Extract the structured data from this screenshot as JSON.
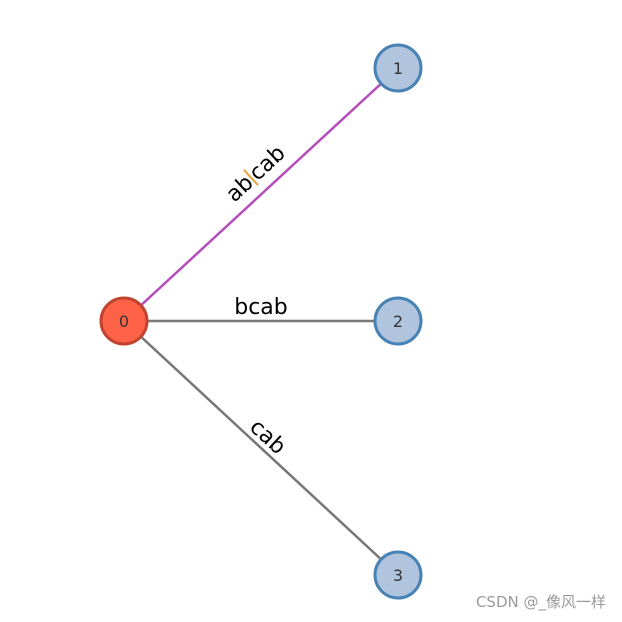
{
  "nodes": [
    {
      "id": "0",
      "label": "0",
      "fill": "#ff6347",
      "stroke": "#c0442f"
    },
    {
      "id": "1",
      "label": "1",
      "fill": "#b0c4de",
      "stroke": "#4682b4"
    },
    {
      "id": "2",
      "label": "2",
      "fill": "#b0c4de",
      "stroke": "#4682b4"
    },
    {
      "id": "3",
      "label": "3",
      "fill": "#b0c4de",
      "stroke": "#4682b4"
    }
  ],
  "edges": [
    {
      "from": "0",
      "to": "1",
      "label_left": "ab",
      "label_right": "cab",
      "color": "#b44db9",
      "separator_color": "#e8a33a"
    },
    {
      "from": "0",
      "to": "2",
      "label": "bcab",
      "color": "#777777"
    },
    {
      "from": "0",
      "to": "3",
      "label": "cab",
      "color": "#777777"
    }
  ],
  "watermark": "CSDN @_像风一样"
}
